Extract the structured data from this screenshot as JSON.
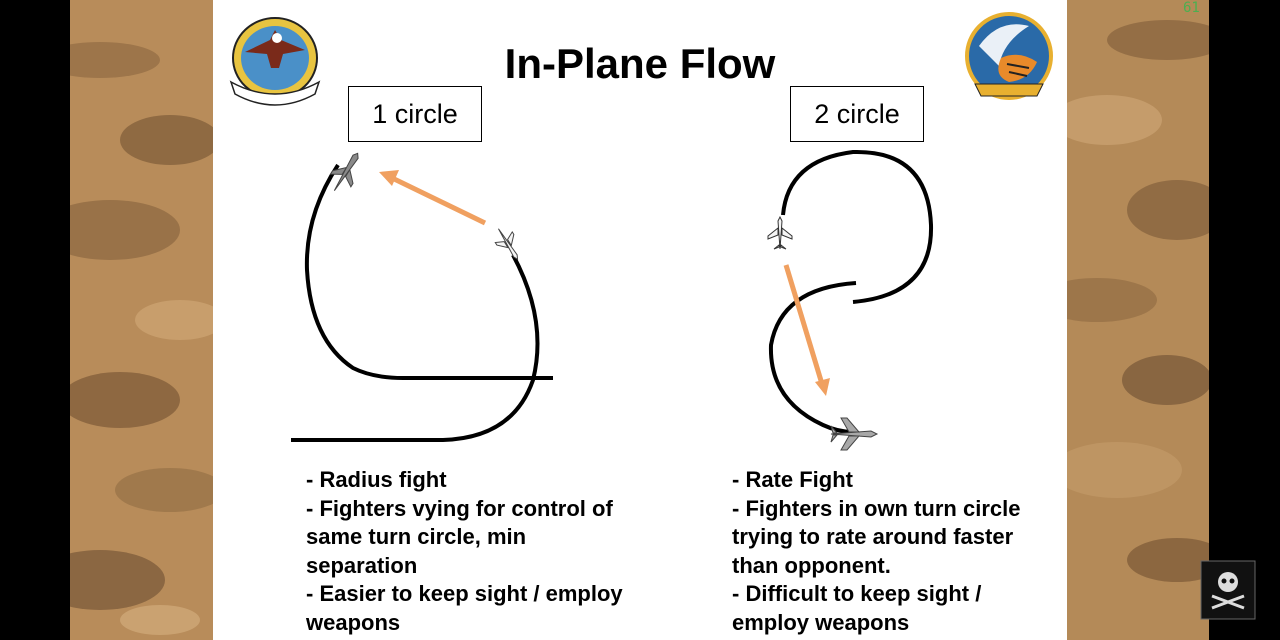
{
  "slide": {
    "title": "In-Plane Flow",
    "left_label": "1 circle",
    "right_label": "2 circle",
    "left_bullets": [
      {
        "text": "- Radius fight",
        "bold": true
      },
      {
        "text": "- Fighters vying for control of same turn circle, min separation",
        "bold": true
      },
      {
        "text": "- Easier to keep sight / employ weapons",
        "bold": true
      }
    ],
    "right_bullets": [
      {
        "text": "- Rate Fight",
        "bold": true
      },
      {
        "text": "- Fighters in own turn circle trying to rate around faster than opponent.",
        "bold": true
      },
      {
        "text": "- Difficult to keep sight / employ weapons",
        "bold": true
      }
    ],
    "left_patch_icon": "eagle-squadron-patch-icon",
    "right_patch_icon": "tiger-squadron-patch-icon",
    "arrow_color": "#f0a060"
  },
  "overlay": {
    "fps": "61",
    "channel_icon": "skull-flag-logo-icon"
  }
}
